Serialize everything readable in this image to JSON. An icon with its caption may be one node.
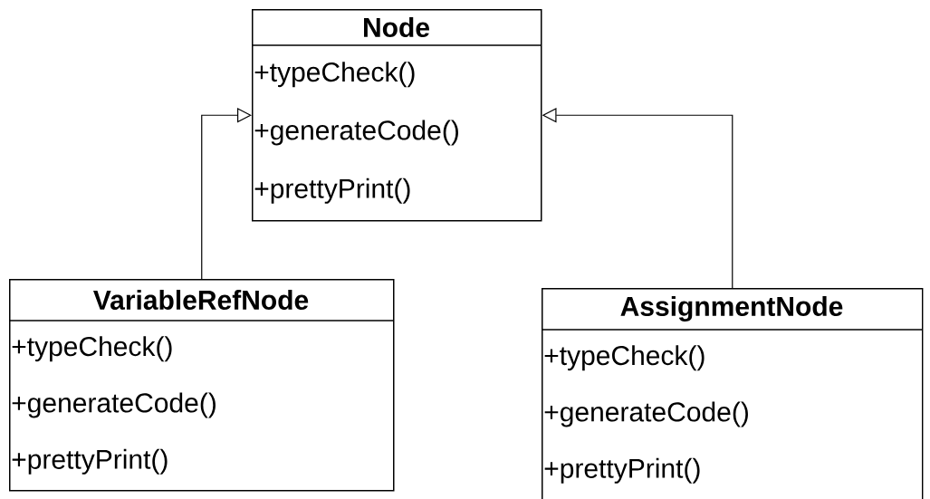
{
  "diagram": {
    "nodes": [
      {
        "text": [
          "Node",
          "+typeCheck()",
          "+generateCode()",
          "+prettyPrint()"
        ]
      },
      {
        "text": [
          "VariableRefNode",
          "+typeCheck()",
          "+generateCode()",
          "+prettyPrint()"
        ]
      },
      {
        "text": [
          "AssignmentNode",
          "+typeCheck()",
          "+generateCode()",
          "+prettyPrint()"
        ]
      }
    ],
    "edges": [
      {
        "from": 1,
        "to": 0,
        "arrow": "to"
      },
      {
        "from": 2,
        "to": 0,
        "arrow": "to"
      }
    ]
  }
}
